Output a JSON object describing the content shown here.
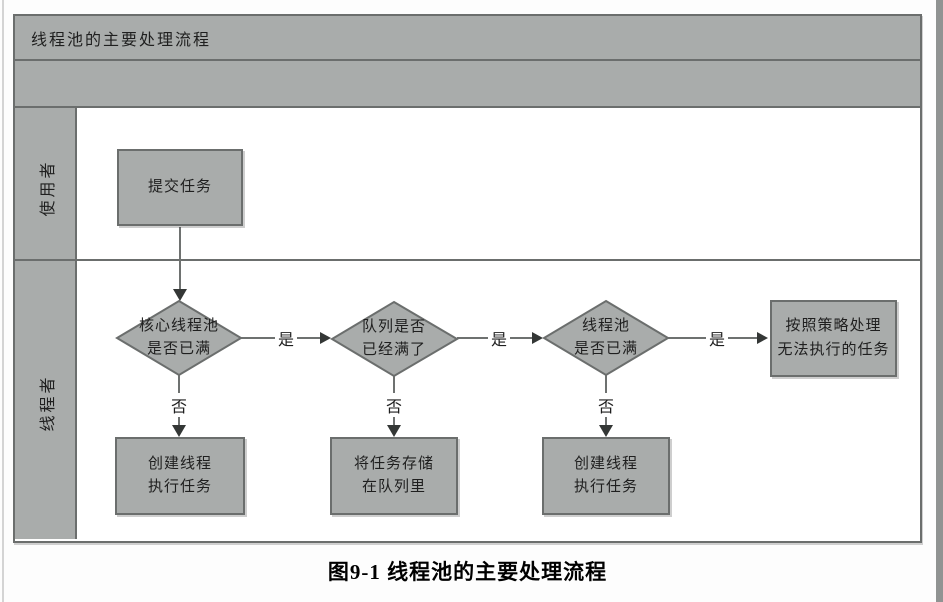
{
  "diagram": {
    "title": "线程池的主要处理流程",
    "lanes": [
      {
        "label": "使用者"
      },
      {
        "label": "线程者"
      }
    ],
    "nodes": {
      "submit_task": "提交任务",
      "decision_core_pool_full": "核心线程池\n是否已满",
      "decision_queue_full": "队列是否\n已经满了",
      "decision_pool_full": "线程池\n是否已满",
      "handle_by_policy": "按照策略处理\n无法执行的任务",
      "create_thread_1": "创建线程\n执行任务",
      "store_in_queue": "将任务存储\n在队列里",
      "create_thread_2": "创建线程\n执行任务"
    },
    "edge_labels": {
      "core_full_yes": "是",
      "core_full_no": "否",
      "queue_full_yes": "是",
      "queue_full_no": "否",
      "pool_full_yes": "是",
      "pool_full_no": "否"
    }
  },
  "caption": "图9-1  线程池的主要处理流程",
  "colors": {
    "shape_fill": "#a9acab",
    "shape_border": "#6b6e6d",
    "line": "#6e7170",
    "arrowhead": "#343736",
    "text": "#1f1f1f",
    "page_edge": "#909392"
  }
}
